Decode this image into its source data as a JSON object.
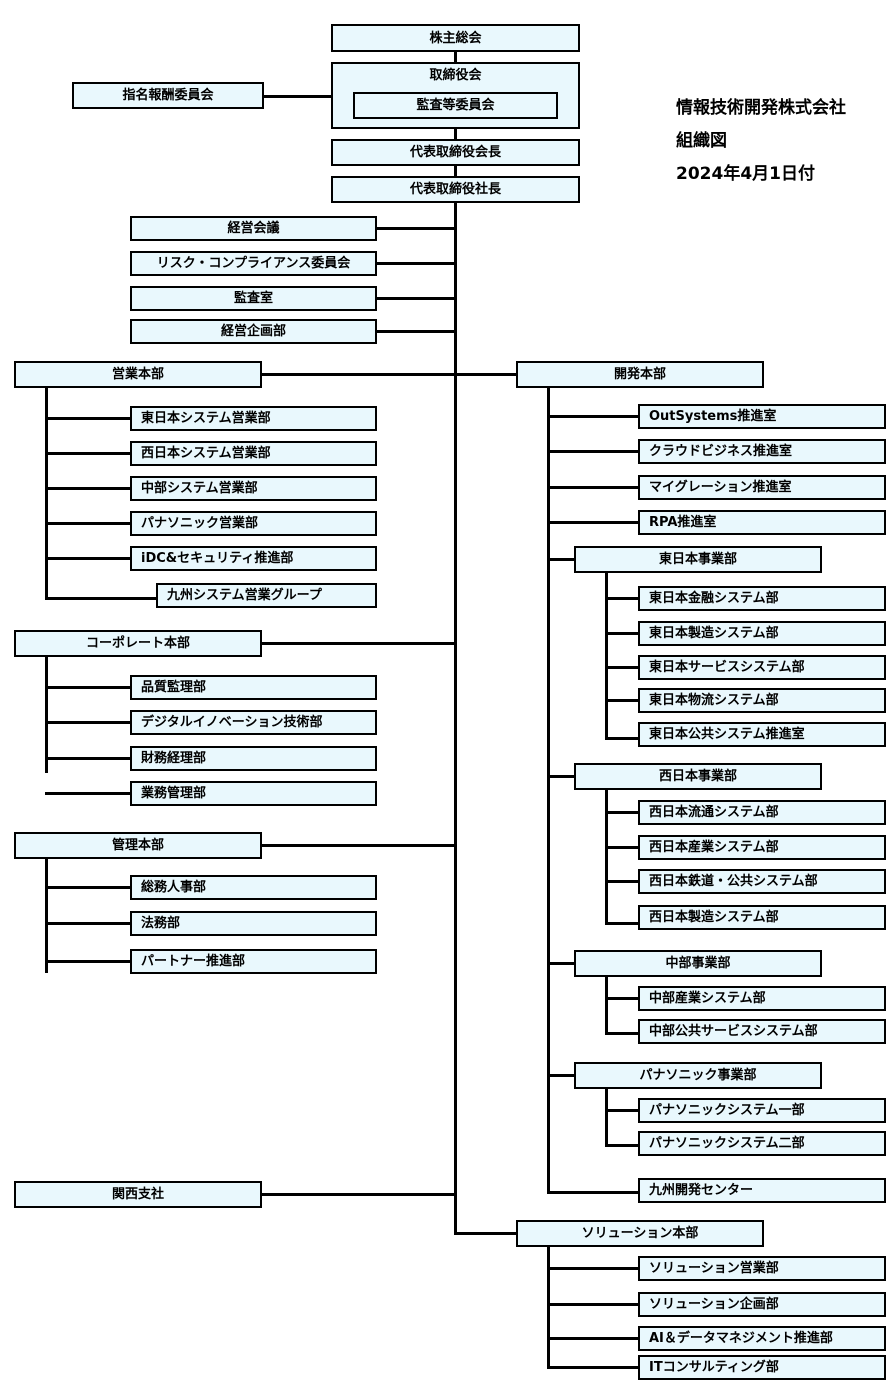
{
  "title": {
    "company": "情報技術開発株式会社",
    "doc_type": "組織図",
    "effective_date": "2024年4月1日付"
  },
  "colors": {
    "box_fill": "#e9f8fd",
    "box_border": "#000000",
    "line": "#000000",
    "background": "#ffffff"
  },
  "chart_data": {
    "type": "diagram",
    "diagram_kind": "organization-chart",
    "governance": {
      "shareholders_meeting": "株主総会",
      "board_of_directors": "取締役会",
      "audit_committee": "監査等委員会",
      "nomination_committee": "指名報酬委員会",
      "chairman": "代表取締役会長",
      "president": "代表取締役社長"
    },
    "staff_units": [
      "経営会議",
      "リスク・コンプライアンス委員会",
      "監査室",
      "経営企画部"
    ],
    "divisions_left": [
      {
        "name": "営業本部",
        "children": [
          "東日本システム営業部",
          "西日本システム営業部",
          "中部システム営業部",
          "パナソニック営業部",
          "iDC&セキュリティ推進部",
          "九州システム営業グループ"
        ]
      },
      {
        "name": "コーポレート本部",
        "children": [
          "品質監理部",
          "デジタルイノベーション技術部",
          "財務経理部",
          "業務管理部"
        ]
      },
      {
        "name": "管理本部",
        "children": [
          "総務人事部",
          "法務部",
          "パートナー推進部"
        ]
      }
    ],
    "branch": "関西支社",
    "divisions_right": [
      {
        "name": "開発本部",
        "children": [
          "OutSystems推進室",
          "クラウドビジネス推進室",
          "マイグレーション推進室",
          "RPA推進室"
        ],
        "sub_divisions": [
          {
            "name": "東日本事業部",
            "children": [
              "東日本金融システム部",
              "東日本製造システム部",
              "東日本サービスシステム部",
              "東日本物流システム部",
              "東日本公共システム推進室"
            ]
          },
          {
            "name": "西日本事業部",
            "children": [
              "西日本流通システム部",
              "西日本産業システム部",
              "西日本鉄道・公共システム部",
              "西日本製造システム部"
            ]
          },
          {
            "name": "中部事業部",
            "children": [
              "中部産業システム部",
              "中部公共サービスシステム部"
            ]
          },
          {
            "name": "パナソニック事業部",
            "children": [
              "パナソニックシステム一部",
              "パナソニックシステム二部"
            ]
          }
        ],
        "trailing_children": [
          "九州開発センター"
        ]
      },
      {
        "name": "ソリューション本部",
        "children": [
          "ソリューション営業部",
          "ソリューション企画部",
          "AI＆データマネジメント推進部",
          "ITコンサルティング部"
        ]
      }
    ]
  }
}
